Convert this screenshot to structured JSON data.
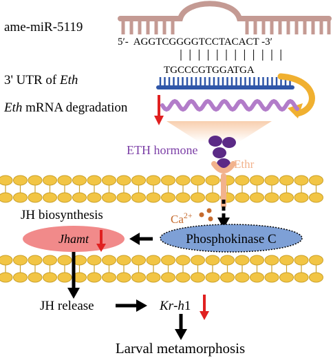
{
  "mirna": {
    "name": "ame-miR-5119",
    "seq_prefix": "5′-",
    "sequence": "AGGTCGGGGTCCTACACT",
    "seq_suffix": "-3′",
    "color": "#c49a93"
  },
  "utr": {
    "label_prefix": "3' UTR of ",
    "label_gene": "Eth",
    "sequence": "TGCCCGTGGATGA",
    "color": "#2f56a8"
  },
  "degradation": {
    "label_gene": "Eth",
    "label_rest": " mRNA degradation",
    "wave_color": "#b27cc9",
    "arrow_color": "#e03a2f"
  },
  "hormone": {
    "label": "ETH hormone",
    "color": "#7b3ea6",
    "dot_color": "#5b2a86"
  },
  "receptor": {
    "label": "Ethr",
    "color": "#f2b28c"
  },
  "membrane": {
    "head_color": "#f2c544",
    "head_stroke": "#c9a02a"
  },
  "calcium": {
    "base": "Ca",
    "sup": "2+",
    "color": "#c56a2d"
  },
  "kinase": {
    "label": "Phosphokinase C",
    "fill": "#7ea0d6"
  },
  "jh_bio": {
    "label": "JH biosynthesis"
  },
  "jhamt": {
    "label": "Jhamt",
    "fill": "#f18a8a"
  },
  "jh_release": {
    "label": "JH release"
  },
  "kr": {
    "label_italic_a": "Kr",
    "label_dash": "-",
    "label_italic_b": "h",
    "label_num": "1"
  },
  "outcome": {
    "label": "Larval metamorphosis"
  },
  "colors": {
    "down_arrow": "#e02020",
    "yellow_arrow": "#f0b030",
    "funnel": "#f7c9a5",
    "black": "#000000"
  }
}
